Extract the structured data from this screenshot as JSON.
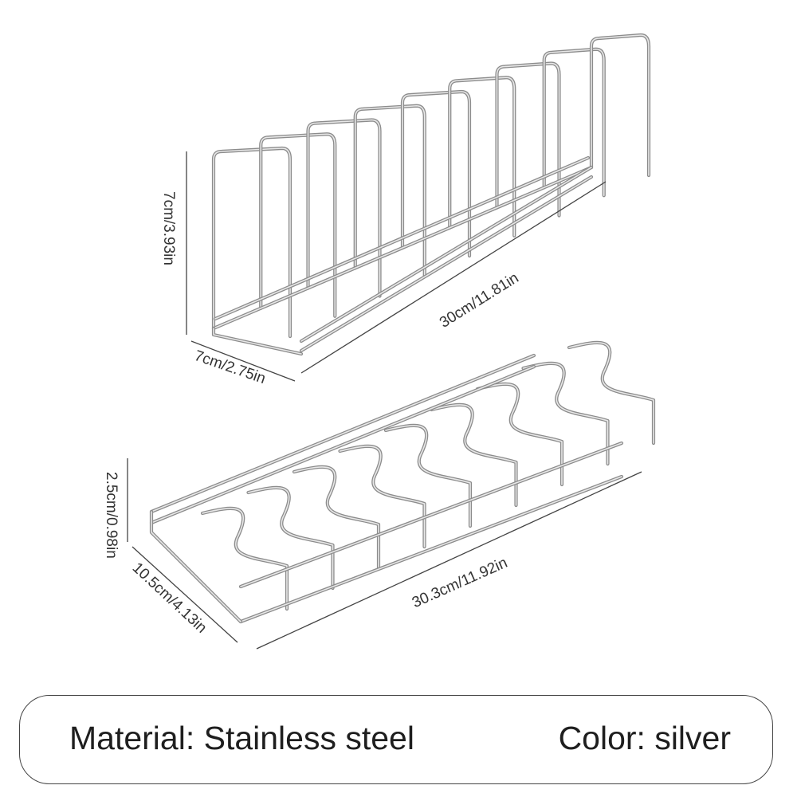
{
  "product": {
    "rack_a": {
      "height": "7cm/3.93in",
      "depth": "7cm/2.75in",
      "length": "30cm/11.81in"
    },
    "rack_b": {
      "height": "2.5cm/0.98in",
      "depth": "10.5cm/4.13in",
      "length": "30.3cm/11.92in"
    }
  },
  "info": {
    "material": "Material: Stainless steel",
    "color": "Color: silver"
  },
  "colors": {
    "wire": "#8c8c8c",
    "wire_highlight": "#e8e8e8",
    "dimension_line": "#444444",
    "border": "#444444"
  }
}
